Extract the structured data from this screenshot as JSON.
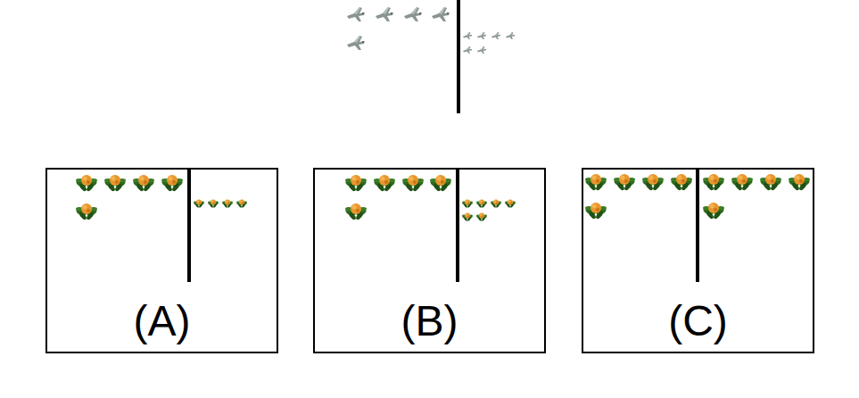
{
  "diagram": {
    "nodes": [
      {
        "text": [
          "(A)"
        ]
      },
      {
        "text": [
          "(B)"
        ]
      },
      {
        "text": [
          "(C)"
        ]
      }
    ]
  }
}
